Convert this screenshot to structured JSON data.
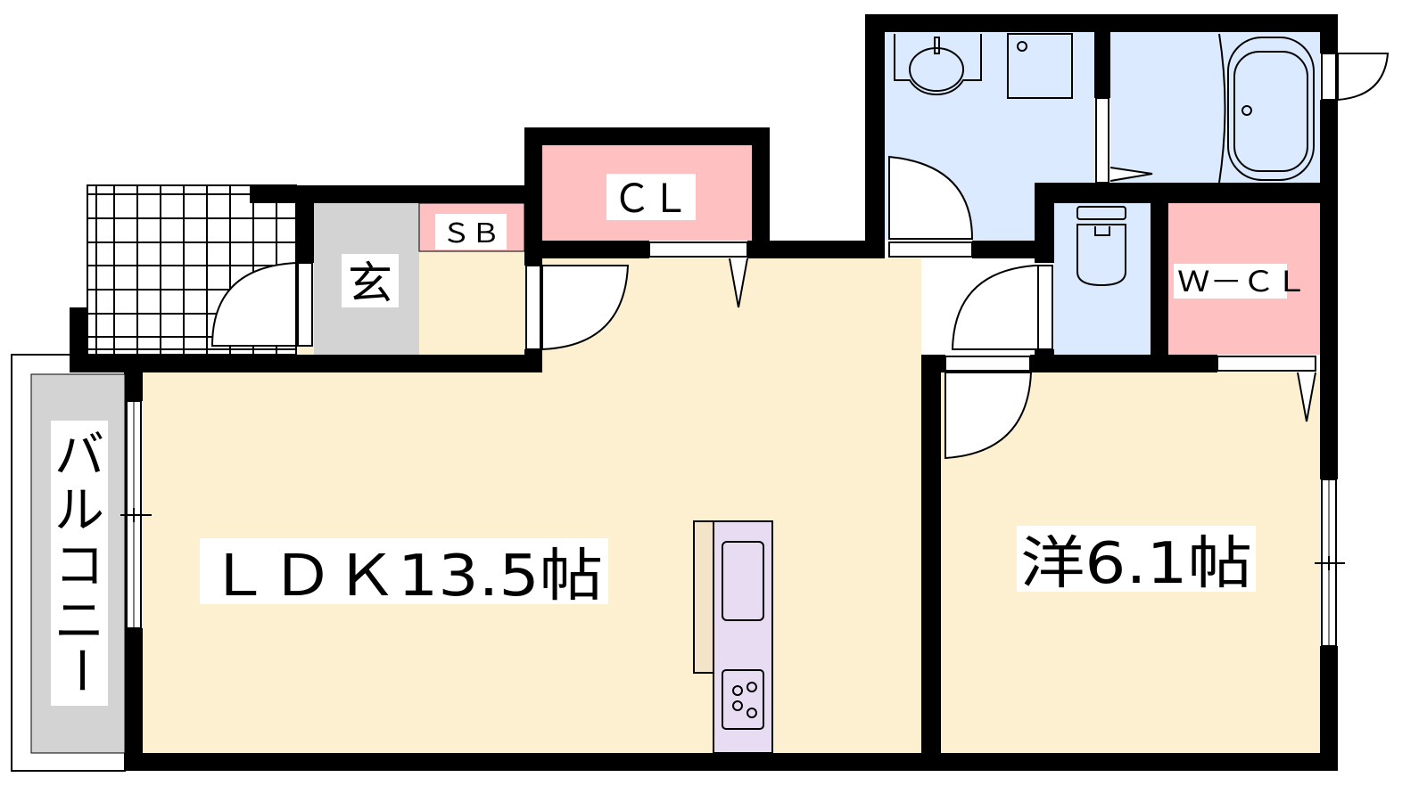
{
  "rooms": {
    "ldk": "ＬＤＫ13.5帖",
    "western": "洋6.1帖",
    "balcony": [
      "バ",
      "ル",
      "コ",
      "ニ",
      "ー"
    ],
    "entrance": "玄",
    "shoe_box": "ＳＢ",
    "closet": "ＣＬ",
    "walk_in_closet": "Ｗ－ＣＬ"
  },
  "colors": {
    "living": "#fdf0d0",
    "wet": "#dbeafe",
    "storage": "#fec0c0",
    "entrance": "#d3d3d3",
    "kitchen": "#e8dcf3",
    "counter": "#f3e3c8"
  }
}
